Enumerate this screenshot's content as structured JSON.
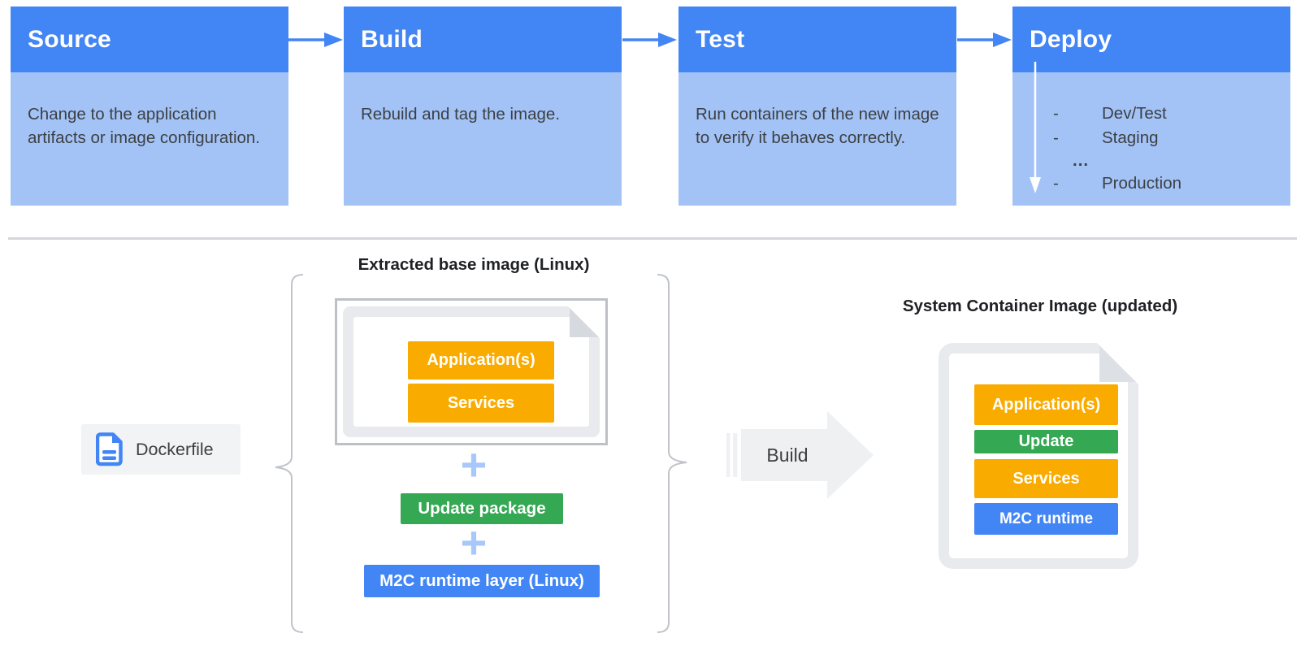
{
  "pipeline": {
    "stages": [
      {
        "title": "Source",
        "description": "Change to the application artifacts or image configuration."
      },
      {
        "title": "Build",
        "description": "Rebuild and tag the image."
      },
      {
        "title": "Test",
        "description": "Run containers of the new image to verify it behaves correctly."
      },
      {
        "title": "Deploy",
        "items": [
          {
            "dash": "-",
            "label": "Dev/Test"
          },
          {
            "dash": "-",
            "label": "Staging"
          },
          {
            "dash": "",
            "label": "..."
          },
          {
            "dash": "-",
            "label": "Production"
          }
        ]
      }
    ]
  },
  "build_diagram": {
    "base_image_title": "Extracted base image (Linux)",
    "dockerfile_label": "Dockerfile",
    "base_card_layers": [
      {
        "label": "Application(s)"
      },
      {
        "label": "Services"
      }
    ],
    "plus_top": "+",
    "plus_bottom": "+",
    "update_package_label": "Update package",
    "runtime_layer_label": "M2C runtime layer (Linux)",
    "build_arrow_label": "Build",
    "result_title": "System Container Image (updated)",
    "result_card_layers": [
      {
        "label": "Application(s)"
      },
      {
        "label": "Update"
      },
      {
        "label": "Services"
      },
      {
        "label": "M2C runtime"
      }
    ]
  },
  "colors": {
    "header_blue": "#4285F4",
    "body_light_blue": "#A3C3F7",
    "amber": "#F9AB00",
    "green": "#34A853",
    "bar_blue": "#4285F4",
    "plus_blue": "#A8C7FA",
    "text_dark": "#3C4043",
    "chip_gray": "#F1F3F4",
    "card_gray": "#E8EAED",
    "frame_border_gray": "#BDC1C6"
  }
}
